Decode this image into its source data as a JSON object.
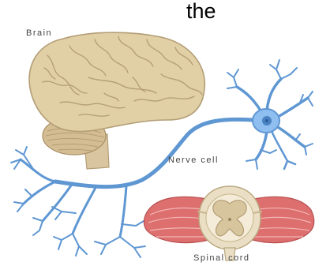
{
  "heading": "the",
  "labels": {
    "brain": "Brain",
    "nerve_cell": "Nerve cell",
    "spinal_cord": "Spinal cord"
  },
  "colors": {
    "brain": "#e1cfa6",
    "brain_outline": "#b39d75",
    "cerebellum": "#d4bd93",
    "neuron": "#5f97d3",
    "neuron_body": "#8fbef0",
    "neuron_nucleus": "#4a83c4",
    "muscle": "#dd6f6f",
    "spinal_cord": "#eadfc4"
  }
}
